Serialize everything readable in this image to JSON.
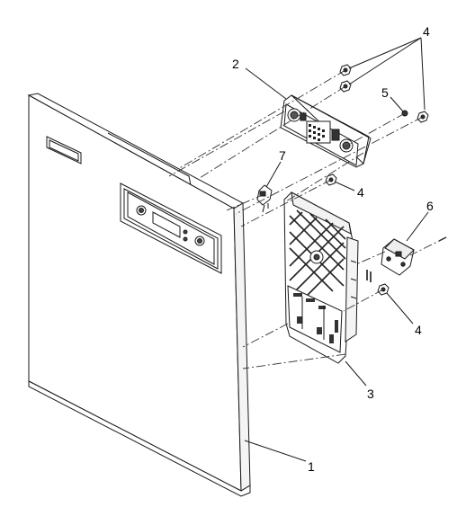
{
  "diagram": {
    "colors": {
      "line": "#1a1a1a",
      "fill": "#ffffff",
      "dark": "#222222",
      "mid": "#888888"
    },
    "callouts": [
      {
        "id": "c1",
        "label": "1"
      },
      {
        "id": "c2",
        "label": "2"
      },
      {
        "id": "c3",
        "label": "3"
      },
      {
        "id": "c4a",
        "label": "4"
      },
      {
        "id": "c4b",
        "label": "4"
      },
      {
        "id": "c4c",
        "label": "4"
      },
      {
        "id": "c5",
        "label": "5"
      },
      {
        "id": "c6",
        "label": "6"
      },
      {
        "id": "c7",
        "label": "7"
      }
    ]
  }
}
